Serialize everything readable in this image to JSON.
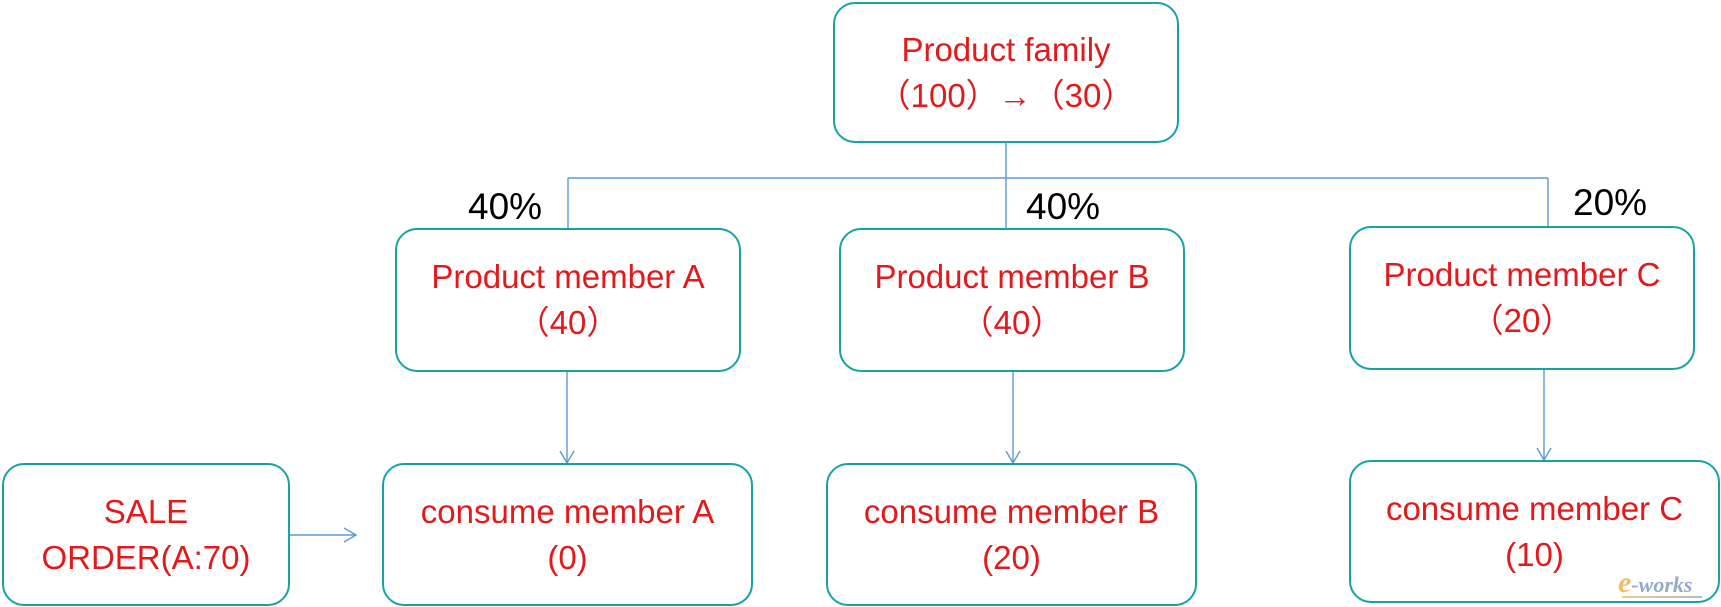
{
  "nodes": {
    "family": {
      "line1": "Product family",
      "line2": "（100）→（30）"
    },
    "member_a": {
      "line1": "Product member A",
      "line2": "（40）"
    },
    "member_b": {
      "line1": "Product member B",
      "line2": "（40）"
    },
    "member_c": {
      "line1": "Product member C",
      "line2": "（20）"
    },
    "consume_a": {
      "line1": "consume member A",
      "line2": "(0)"
    },
    "consume_b": {
      "line1": "consume member B",
      "line2": "(20)"
    },
    "consume_c": {
      "line1": "consume member C",
      "line2": "(10)"
    },
    "sale_order": {
      "line1": "SALE",
      "line2": "ORDER(A:70)"
    }
  },
  "percentages": {
    "a": "40%",
    "b": "40%",
    "c": "20%"
  },
  "watermark": {
    "prefix": "e",
    "suffix": "-works"
  },
  "colors": {
    "box_border": "#17a2a6",
    "box_text": "#e31a1c",
    "connector": "#5b9bd5",
    "percent_text": "#000000"
  }
}
